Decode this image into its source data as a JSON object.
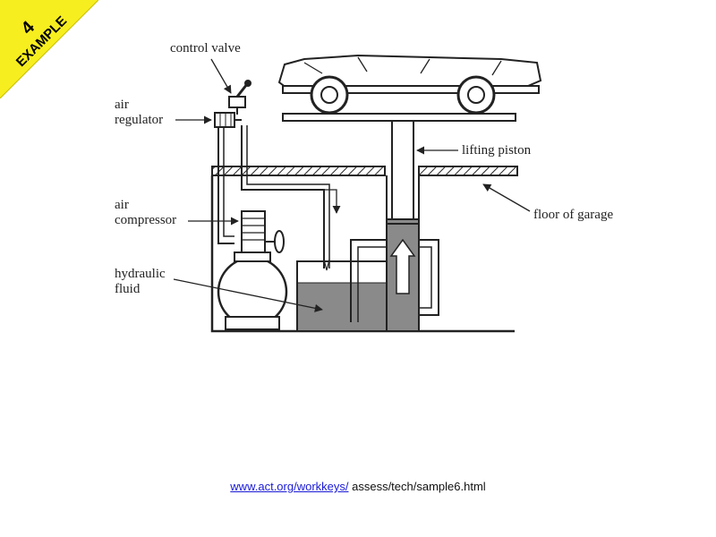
{
  "banner": {
    "number": "4",
    "word": "EXAMPLE",
    "color": "#f7ee1f"
  },
  "labels": {
    "control_valve": "control valve",
    "air_regulator_1": "air",
    "air_regulator_2": "regulator",
    "air_compressor_1": "air",
    "air_compressor_2": "compressor",
    "hydraulic_fluid_1": "hydraulic",
    "hydraulic_fluid_2": "fluid",
    "lifting_piston": "lifting piston",
    "floor_of_garage": "floor of garage"
  },
  "source": {
    "link_text": "www.act.org/workkeys/",
    "rest": " assess/tech/sample6.html"
  },
  "colors": {
    "fluid": "#8a8a8a",
    "line": "#222222"
  }
}
